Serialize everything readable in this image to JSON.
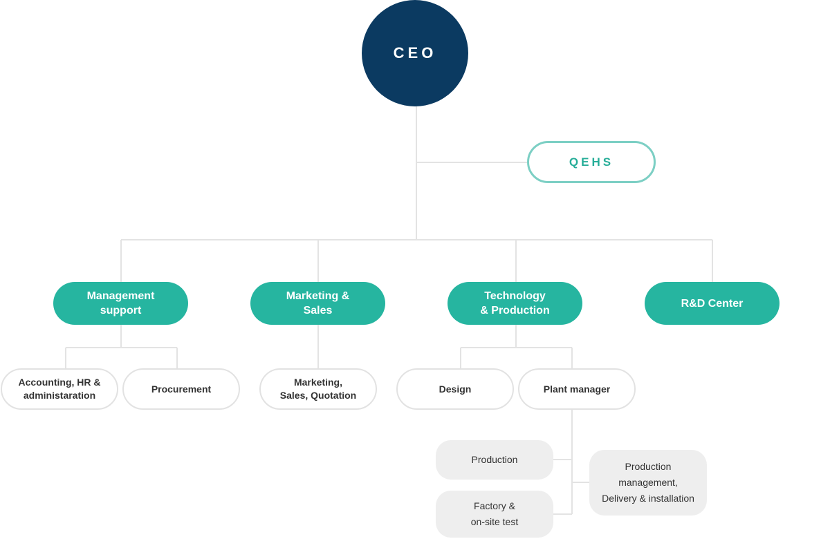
{
  "org_chart": {
    "ceo": "CEO",
    "qehs": "QEHS",
    "departments": {
      "management_support": "Management\nsupport",
      "marketing_sales": "Marketing &\nSales",
      "technology_production": "Technology\n& Production",
      "rd_center": "R&D Center"
    },
    "units": {
      "accounting": "Accounting, HR &\nadministaration",
      "procurement": "Procurement",
      "marketing_quotation": "Marketing,\nSales, Quotation",
      "design": "Design",
      "plant_manager": "Plant manager"
    },
    "plant_units": {
      "production": "Production",
      "factory_test": "Factory &\non-site test",
      "production_management": "Production\nmanagement,\nDelivery & installation"
    }
  },
  "colors": {
    "ceo_fill": "#0b3a61",
    "department_fill": "#26b5a0",
    "qehs_border": "#7ccfc4",
    "qehs_text": "#26ad98",
    "unit_border": "#e2e2e2",
    "leaf_fill": "#eeeeee",
    "connector": "#e3e3e3"
  }
}
